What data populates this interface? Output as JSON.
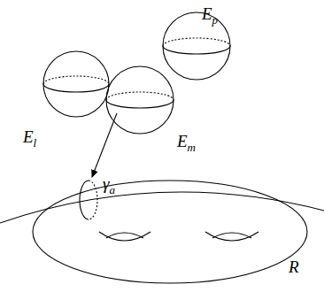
{
  "diagram": {
    "labels": [
      "Ep",
      "El",
      "Em",
      "γa",
      "R"
    ]
  }
}
